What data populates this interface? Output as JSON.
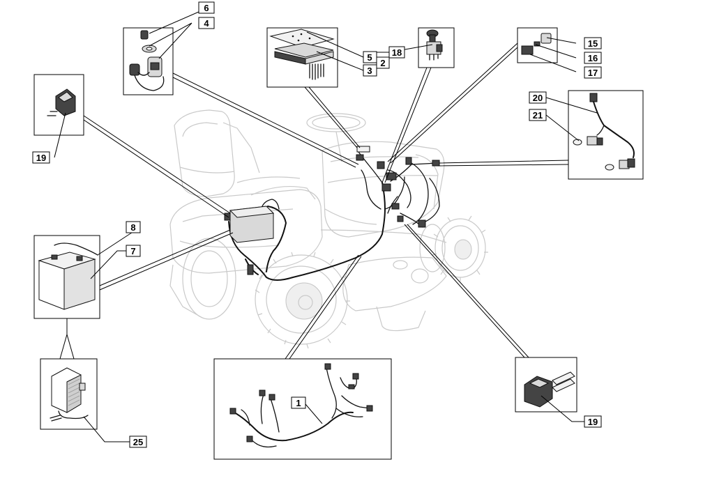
{
  "labels": [
    {
      "id": "p6",
      "text": "6"
    },
    {
      "id": "p4",
      "text": "4"
    },
    {
      "id": "p5",
      "text": "5"
    },
    {
      "id": "p2",
      "text": "2"
    },
    {
      "id": "p3",
      "text": "3"
    },
    {
      "id": "p18",
      "text": "18"
    },
    {
      "id": "p15",
      "text": "15"
    },
    {
      "id": "p16",
      "text": "16"
    },
    {
      "id": "p17",
      "text": "17"
    },
    {
      "id": "p20",
      "text": "20"
    },
    {
      "id": "p21",
      "text": "21"
    },
    {
      "id": "p19a",
      "text": "19"
    },
    {
      "id": "p8",
      "text": "8"
    },
    {
      "id": "p7",
      "text": "7"
    },
    {
      "id": "p25",
      "text": "25"
    },
    {
      "id": "p1",
      "text": "1"
    },
    {
      "id": "p19b",
      "text": "19"
    }
  ]
}
